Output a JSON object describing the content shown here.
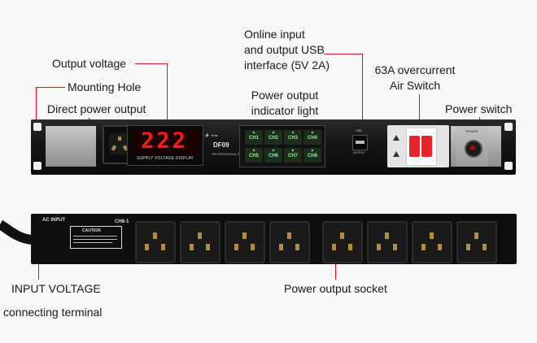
{
  "labels": {
    "online_input_line1": "Online input",
    "online_input_line2": "and output USB",
    "online_input_line3": "interface (5V 2A)",
    "output_voltage": "Output voltage",
    "mounting_hole": "Mounting Hole",
    "direct_power_output": "Direct power output",
    "power_output_indicator_line1": "Power output",
    "power_output_indicator_line2": "indicator light",
    "overcurrent_line1": "63A overcurrent",
    "overcurrent_line2": "Air Switch",
    "power_switch": "Power switch",
    "input_voltage": "INPUT VOLTAGE",
    "connecting_terminal": "connecting terminal",
    "power_output_socket": "Power output socket"
  },
  "front_panel": {
    "display_value": "222",
    "display_caption": "SUPPLY VOLTAGE DISPLAY",
    "model": "DF09",
    "equipment_text": "PROFESSIONAL EQUIPMENT",
    "channels": [
      "CH1",
      "CH2",
      "CH3",
      "CH4",
      "CH5",
      "CH6",
      "CH7",
      "CH8"
    ],
    "usb_caption": "USB",
    "usb_caption2": "OUTPUT",
    "power_caption": "POWER"
  },
  "rear_panel": {
    "ac_input": "AC INPUT",
    "model": "CH8-1",
    "caution": "CAUTION",
    "socket_count": 8
  },
  "colors": {
    "callout_line": "#dd1111",
    "display_digits": "#ff1a1a",
    "channel_text": "#7dff7d",
    "breaker_lever": "#e8242b"
  }
}
